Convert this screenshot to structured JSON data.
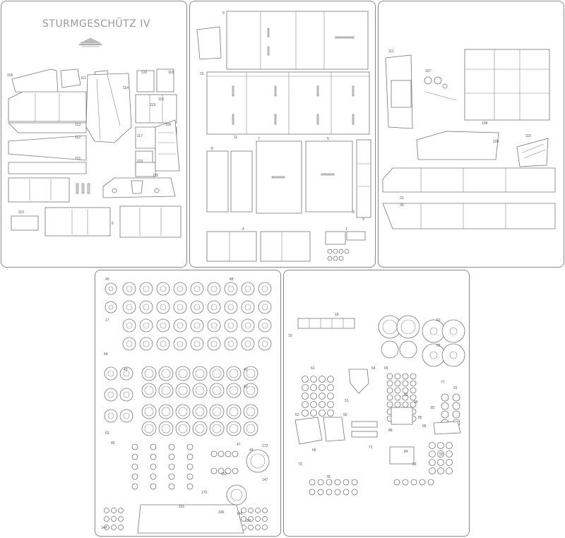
{
  "title": "STURMGESCHÜTZ IV",
  "colors": {
    "line": "#777777",
    "sheet_border": "#8a8a8a",
    "title": "#9a9a9a"
  },
  "sheet1_labels": [
    "105",
    "111",
    "114",
    "122",
    "118",
    "116",
    "119",
    "113",
    "112",
    "115",
    "117",
    "106",
    "123",
    "120",
    "110",
    "6"
  ],
  "sheet2_labels": [
    "9",
    "10",
    "11",
    "8",
    "7",
    "5",
    "2",
    "3",
    "4",
    "1"
  ],
  "sheet3_labels": [
    "111",
    "107",
    "108",
    "109",
    "115",
    "31",
    "30"
  ],
  "sheet4_labels": [
    "45",
    "48",
    "17",
    "44",
    "43",
    "42",
    "62",
    "63",
    "46",
    "47",
    "49",
    "144",
    "146",
    "147",
    "170",
    "172",
    "148",
    "150",
    "151",
    "152"
  ],
  "sheet5_labels": [
    "18",
    "19",
    "63",
    "62",
    "61",
    "64",
    "51",
    "52",
    "56",
    "65",
    "66",
    "71",
    "77",
    "91",
    "94",
    "82",
    "85",
    "86",
    "83",
    "88",
    "84",
    "89",
    "92",
    "78",
    "73"
  ]
}
